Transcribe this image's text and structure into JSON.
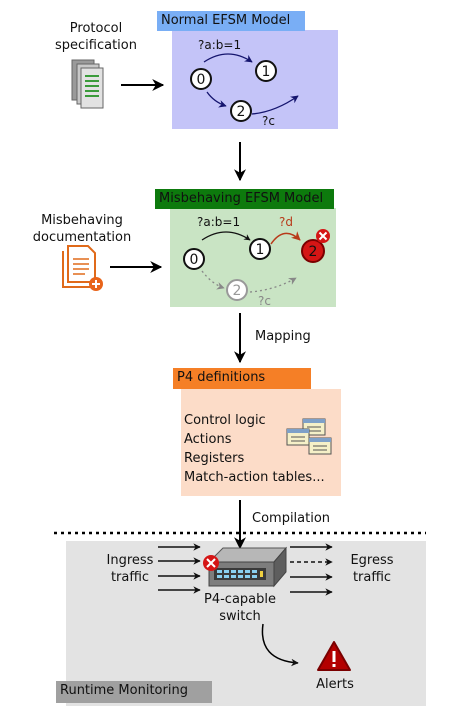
{
  "inputs": {
    "protocol_spec": [
      "Protocol",
      "specification"
    ],
    "misbehaving_doc": [
      "Misbehaving",
      "documentation"
    ]
  },
  "normal_model": {
    "title": "Normal EFSM Model",
    "states": [
      "0",
      "1",
      "2"
    ],
    "transitions": [
      "?a:b=1",
      "?c"
    ]
  },
  "misbehaving_model": {
    "title": "Misbehaving EFSM Model",
    "states": [
      "0",
      "1",
      "2",
      "2"
    ],
    "transitions": [
      "?a:b=1",
      "?d",
      "?c"
    ]
  },
  "mapping_label": "Mapping",
  "p4": {
    "title": "P4 definitions",
    "items": [
      "Control logic",
      "Actions",
      "Registers",
      "Match-action tables..."
    ]
  },
  "compilation_label": "Compilation",
  "runtime": {
    "title": "Runtime Monitoring",
    "ingress": [
      "Ingress",
      "traffic"
    ],
    "egress": [
      "Egress",
      "traffic"
    ],
    "switch": [
      "P4-capable",
      "switch"
    ],
    "alerts": "Alerts"
  },
  "colors": {
    "normal_header": "#79aef5",
    "normal_panel": "#c4c4f8",
    "misbehave_header": "#0d7a0d",
    "misbehave_panel": "#c9e4c4",
    "p4_header": "#f57f26",
    "p4_panel": "#fcdcc8",
    "runtime_header": "#a0a0a0",
    "runtime_panel": "#e3e3e3",
    "alert": "#c40000"
  },
  "icons": [
    "document-stack-icon",
    "document-add-icon",
    "table-icon",
    "network-switch-icon",
    "error-x-icon",
    "warning-icon"
  ]
}
